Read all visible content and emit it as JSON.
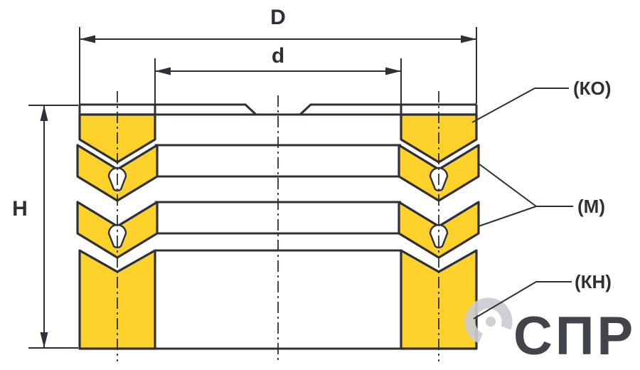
{
  "diagram": {
    "dimensions": {
      "outer_diameter_label": "D",
      "inner_diameter_label": "d",
      "height_label": "H"
    },
    "part_labels": {
      "upper_ring": "(КО)",
      "chevron_seals": "(М)",
      "lower_ring": "(КН)"
    },
    "watermark": {
      "text": "СПР"
    },
    "colors": {
      "seal_fill": "#FFD22B",
      "line": "#2E3038",
      "watermark": "#C9CCD1"
    }
  }
}
